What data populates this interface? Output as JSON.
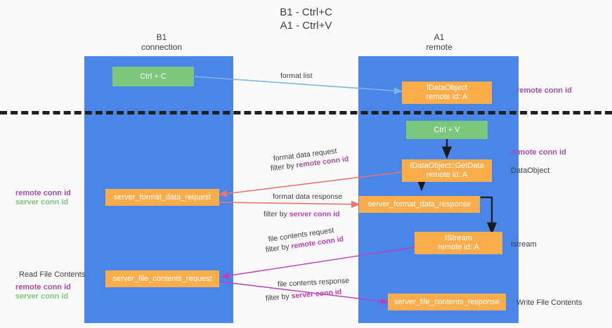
{
  "title": "B1 - Ctrl+C\nA1 - Ctrl+V",
  "columns": {
    "left": {
      "name": "B1",
      "role": "connection",
      "text": "B1\nconnection"
    },
    "right": {
      "name": "A1",
      "role": "remote",
      "text": "A1\nremote"
    }
  },
  "boxes": {
    "ctrl_c": {
      "label": "Ctrl + C",
      "color": "#7bc77e"
    },
    "ctrl_v": {
      "label": "Ctrl + V",
      "color": "#7bc77e"
    },
    "idataobject": {
      "label": "IDataObject",
      "sub": "remote id: A",
      "color": "#fbad4b"
    },
    "idataobject_getdata": {
      "label": "IDataObject::GetData",
      "sub": "remote id: A",
      "color": "#fbad4b"
    },
    "istream": {
      "label": "IStream",
      "sub": "remote id: A",
      "color": "#fbad4b"
    },
    "server_format_data_request": {
      "label": "server_format_data_request",
      "color": "#fbad4b"
    },
    "server_format_data_response": {
      "label": "server_format_data_response",
      "color": "#fbad4b"
    },
    "server_file_contents_request": {
      "label": "server_file_contents_request",
      "color": "#fbad4b"
    },
    "server_file_contents_response": {
      "label": "server_file_contents_response",
      "color": "#fbad4b"
    }
  },
  "edges": {
    "format_list": {
      "label": "format list"
    },
    "format_data_request": {
      "label": "format data request",
      "filter_prefix": "filter by ",
      "filter_key": "remote conn id"
    },
    "format_data_response": {
      "label": "format data response",
      "filter_prefix": "filter by ",
      "filter_key": "server conn id"
    },
    "file_contents_request": {
      "label": "file contents request",
      "filter_prefix": "filter by ",
      "filter_key": "remote conn id"
    },
    "file_contents_response": {
      "label": "file contents response",
      "filter_prefix": "filter by ",
      "filter_key": "server conn id"
    }
  },
  "annotations": {
    "right_remote_conn_id_top": "remote conn id",
    "right_remote_conn_id_mid": "remote conn id",
    "right_dataobject": "DataObject",
    "right_istream": "Istream",
    "right_write_file_contents": "Write File Contents",
    "left_remote_conn_id": "remote conn id",
    "left_server_conn_id": "server conn id",
    "left_read_file_contents": "Read File Contents",
    "left_remote_conn_id_2": "remote conn id",
    "left_server_conn_id_2": "server conn id"
  },
  "colors": {
    "lane": "#4a86e8",
    "green_box": "#7bc77e",
    "orange_box": "#fbad4b",
    "purple_text": "#a64ca6",
    "green_text": "#7bc77e",
    "magenta_line": "#c23bb8",
    "red_line": "#e8766a",
    "blue_line": "#7fb2e5",
    "background": "#fafafa",
    "separator": "#202020"
  }
}
